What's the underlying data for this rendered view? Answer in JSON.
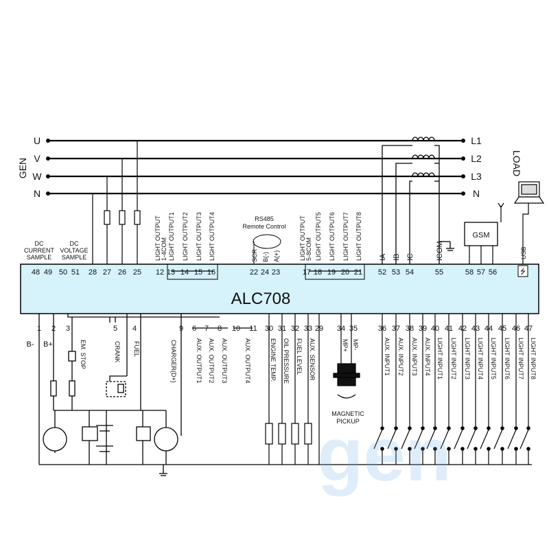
{
  "controller": {
    "model": "ALC708",
    "module_color": "#d6f2fb",
    "top_terminals": [
      "48",
      "49",
      "50",
      "51",
      "28",
      "27",
      "26",
      "25",
      "12",
      "13",
      "14",
      "15",
      "16",
      "22",
      "24",
      "23",
      "17",
      "18",
      "19",
      "20",
      "21",
      "52",
      "53",
      "54",
      "55",
      "58",
      "57",
      "56"
    ],
    "bottom_terminals": [
      "1",
      "2",
      "3",
      "5",
      "4",
      "9",
      "6",
      "7",
      "8",
      "10",
      "11",
      "30",
      "31",
      "32",
      "33",
      "29",
      "34",
      "35",
      "36",
      "37",
      "38",
      "39",
      "40",
      "41",
      "42",
      "43",
      "44",
      "45",
      "46",
      "47"
    ]
  },
  "bus": {
    "gen_label": "GEN",
    "load_label": "LOAD",
    "left_phases": [
      "U",
      "V",
      "W",
      "N"
    ],
    "right_phases": [
      "L1",
      "L2",
      "L3",
      "N"
    ]
  },
  "top_labels": {
    "dc_current": [
      "DC",
      "CURRENT",
      "SAMPLE"
    ],
    "dc_voltage": [
      "DC",
      "VOLTAGE",
      "SAMPLE"
    ],
    "light_group1": [
      "LIGHT OUTPUT",
      "1-4COM"
    ],
    "light_outputs_1": [
      "LIGHT OUTPUT1",
      "LIGHT OUTPUT2",
      "LIGHT OUTPUT3",
      "LIGHT OUTPUT4"
    ],
    "rs485": [
      "RS485",
      "Remote Control"
    ],
    "rs485_pins": [
      "SCR",
      "B(-)",
      "A(+)"
    ],
    "light_group2": [
      "LIGHT OUTPUT",
      "5-8COM"
    ],
    "light_outputs_2": [
      "LIGHT OUTPUT5",
      "LIGHT OUTPUT6",
      "LIGHT OUTPUT7",
      "LIGHT OUTPUT8"
    ],
    "currents": [
      "IA",
      "IB",
      "IC",
      "ICOM"
    ],
    "gsm": "GSM",
    "usb": "USB"
  },
  "bottom_labels": {
    "battery_minus": "B-",
    "battery_plus": "B+",
    "em_stop": "EM. STOP",
    "crank": "CRANK",
    "fuel": "FUEL",
    "charger": "CHARGER(D+)",
    "aux_outputs": [
      "AUX. OUTPUT1",
      "AUX. OUTPUT2",
      "AUX. OUTPUT3",
      "AUX. OUTPUT4"
    ],
    "sensors": [
      "ENGINE TEMP.",
      "OIL PRESSURE",
      "FUEL LEVEL",
      "AUX. SENSOR"
    ],
    "mp": [
      "MP+",
      "MP-"
    ],
    "magnetic_pickup": [
      "MAGNETIC",
      "PICKUP"
    ],
    "inputs": [
      "AUX. INPUT1",
      "AUX. INPUT2",
      "AUX. INPUT3",
      "AUX. INPUT4",
      "LIGHT INPUT1",
      "LIGHT INPUT2",
      "LIGHT INPUT3",
      "LIGHT INPUT4",
      "LIGHT INPUT5",
      "LIGHT INPUT6",
      "LIGHT INPUT7",
      "LIGHT INPUT8"
    ]
  }
}
